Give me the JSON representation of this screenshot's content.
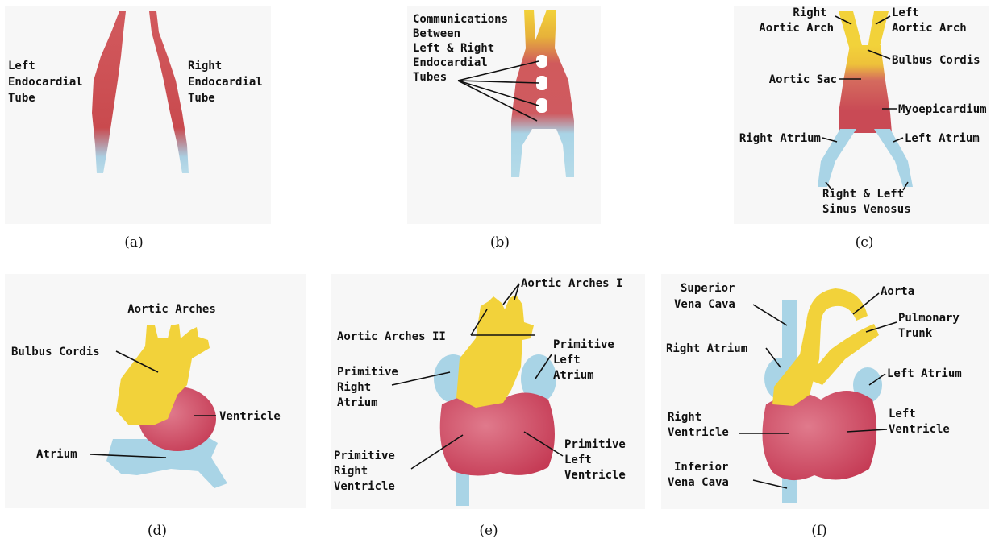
{
  "colors": {
    "tube_red": "#c94a4e",
    "aortic_yellow": "#f2d23a",
    "venous_blue": "#a9d4e6",
    "ventricle_crimson": "#c53b55",
    "panel_bg": "#f7f7f7",
    "text": "#111111"
  },
  "panels": {
    "a": {
      "caption": "(a)",
      "left_tube": [
        "Left",
        "Endocardial",
        "Tube"
      ],
      "right_tube": [
        "Right",
        "Endocardial",
        "Tube"
      ]
    },
    "b": {
      "caption": "(b)",
      "communications": [
        "Communications",
        "Between",
        "Left & Right",
        "Endocardial",
        "Tubes"
      ]
    },
    "c": {
      "caption": "(c)",
      "right_aortic_arch": [
        "Right",
        "Aortic Arch"
      ],
      "left_aortic_arch": [
        "Left",
        "Aortic Arch"
      ],
      "bulbus_cordis": "Bulbus Cordis",
      "aortic_sac": "Aortic Sac",
      "myoepicardium": "Myoepicardium",
      "right_atrium": "Right Atrium",
      "left_atrium": "Left Atrium",
      "sinus_venosus": [
        "Right & Left",
        "Sinus Venosus"
      ]
    },
    "d": {
      "caption": "(d)",
      "aortic_arches": "Aortic Arches",
      "bulbus_cordis": "Bulbus Cordis",
      "ventricle": "Ventricle",
      "atrium": "Atrium"
    },
    "e": {
      "caption": "(e)",
      "aortic_arches_i": "Aortic Arches I",
      "aortic_arches_ii": "Aortic Arches II",
      "primitive_left_atrium": [
        "Primitive",
        "Left",
        "Atrium"
      ],
      "primitive_right_atrium": [
        "Primitive",
        "Right",
        "Atrium"
      ],
      "primitive_right_ventricle": [
        "Primitive",
        "Right",
        "Ventricle"
      ],
      "primitive_left_ventricle": [
        "Primitive",
        "Left",
        "Ventricle"
      ]
    },
    "f": {
      "caption": "(f)",
      "superior_vena_cava": [
        "Superior",
        "Vena Cava"
      ],
      "aorta": "Aorta",
      "pulmonary_trunk": [
        "Pulmonary",
        "Trunk"
      ],
      "right_atrium": "Right Atrium",
      "left_atrium": "Left Atrium",
      "right_ventricle": [
        "Right",
        "Ventricle"
      ],
      "left_ventricle": [
        "Left",
        "Ventricle"
      ],
      "inferior_vena_cava": [
        "Inferior",
        "Vena Cava"
      ]
    }
  }
}
